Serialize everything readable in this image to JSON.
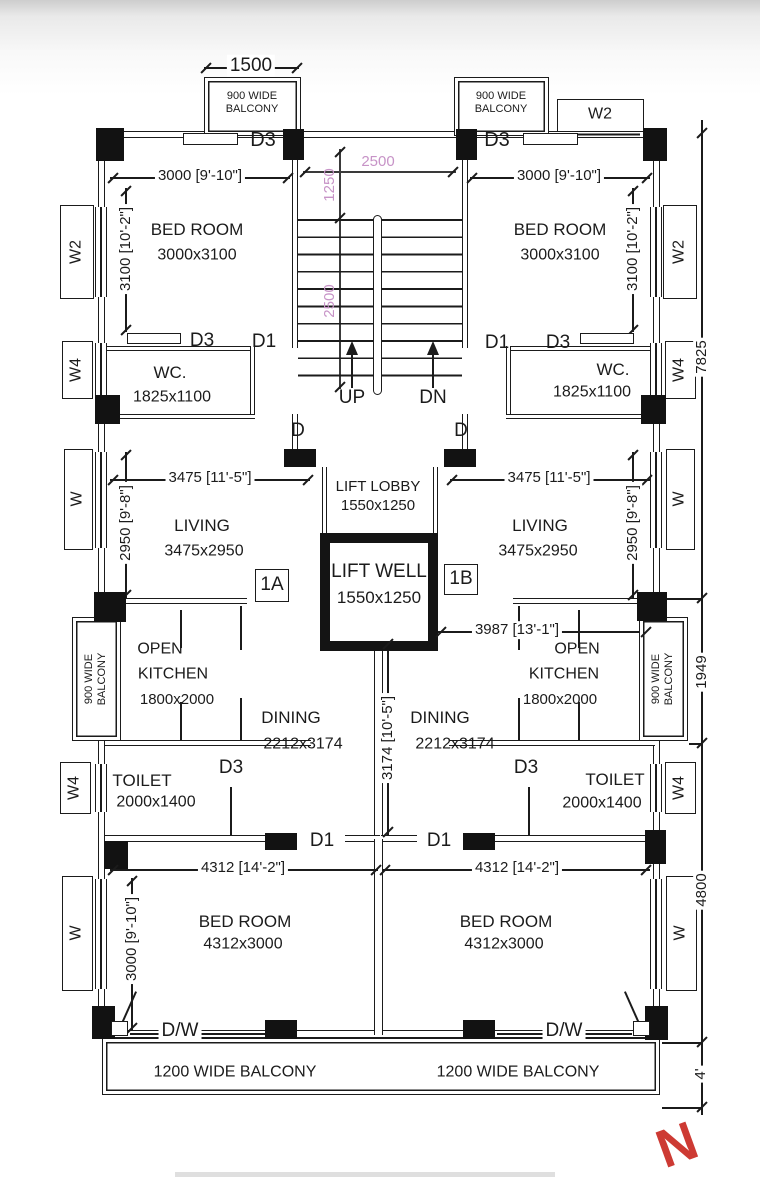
{
  "units": {
    "left": "1A",
    "right": "1B"
  },
  "compass": {
    "north": "N"
  },
  "doors": {
    "d": "D",
    "d1": "D1",
    "d3": "D3",
    "dw": "D/W"
  },
  "windows": {
    "w": "W",
    "w2": "W2",
    "w4": "W4"
  },
  "stairs": {
    "up": "UP",
    "dn": "DN"
  },
  "rooms": {
    "bedroom_top": {
      "name": "BED ROOM",
      "size": "3000x3100"
    },
    "wc": {
      "name": "WC.",
      "size": "1825x1100"
    },
    "living": {
      "name": "LIVING",
      "size": "3475x2950"
    },
    "kitchen": {
      "line1": "OPEN",
      "line2": "KITCHEN",
      "size": "1800x2000"
    },
    "dining": {
      "name": "DINING",
      "size": "2212x3174"
    },
    "toilet": {
      "name": "TOILET",
      "size": "2000x1400"
    },
    "bedroom_bottom": {
      "name": "BED ROOM",
      "size": "4312x3000"
    },
    "lift_lobby": {
      "name": "LIFT LOBBY",
      "size": "1550x1250"
    },
    "lift_well": {
      "name": "LIFT WELL",
      "size": "1550x1250"
    },
    "balcony_900": {
      "line1": "900 WIDE",
      "line2": "BALCONY"
    },
    "balcony_1200": {
      "label": "1200 WIDE BALCONY"
    }
  },
  "dims": {
    "top_balcony": "1500",
    "bed_top_w": "3000 [9'-10\"]",
    "bed_top_h": "3100 [10'-2\"]",
    "stair_w": "2500",
    "stair_landing": "1250",
    "stair_run": "2500",
    "living_w": "3475 [11'-5\"]",
    "living_h": "2950 [9'-8\"]",
    "kitchen_span": "3987 [13'-1\"]",
    "dining_h": "3174 [10'-5\"]",
    "bed_bottom_w": "4312 [14'-2\"]",
    "bed_bottom_h": "3000 [9'-10\"]",
    "side_upper": "7825",
    "side_kitchen": "1949",
    "side_lower": "4800",
    "side_balcony": "4'"
  },
  "colors": {
    "ink": "#1b1b1b",
    "stair_dim": "#c793c7",
    "north": "#cd3a33"
  }
}
